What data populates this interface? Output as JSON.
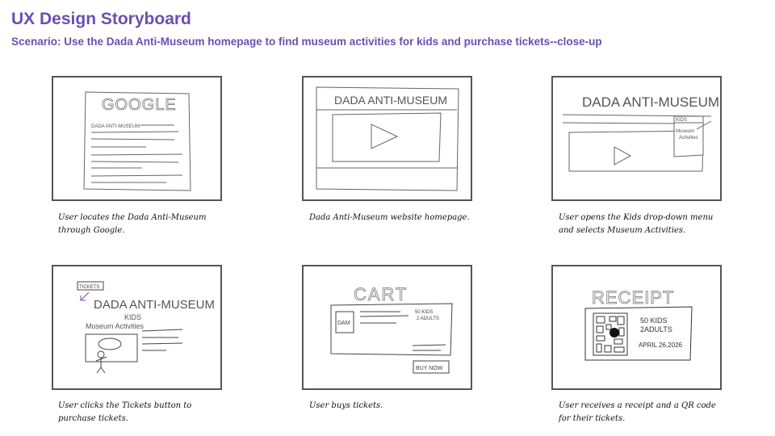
{
  "header": {
    "title": "UX Design Storyboard",
    "subtitle": "Scenario: Use the Dada Anti-Museum homepage to find museum activities for kids and purchase tickets--close-up"
  },
  "panels": [
    {
      "caption": "User locates the Dada Anti-Museum through Google.",
      "sketch": {
        "heading": "GOOGLE",
        "search_text": "DADA ANTI-MUSEUM"
      }
    },
    {
      "caption": "Dada Anti-Museum website homepage.",
      "sketch": {
        "heading": "DADA ANTI-MUSEUM"
      }
    },
    {
      "caption": "User opens the Kids drop-down menu and selects Museum Activities.",
      "sketch": {
        "heading": "DADA ANTI-MUSEUM",
        "menu_label": "KIDS",
        "menu_item_1": "Museum",
        "menu_item_2": "Activities"
      }
    },
    {
      "caption": "User clicks the Tickets button to purchase tickets.",
      "sketch": {
        "button": "TICKETS",
        "heading": "DADA ANTI-MUSEUM",
        "sub1": "KIDS",
        "sub2": "Museum Activities"
      }
    },
    {
      "caption": "User buys tickets.",
      "sketch": {
        "heading": "CART",
        "item": "DAM",
        "qty1": "50 KIDS",
        "qty2": "2 ADULTS",
        "button": "BUY NOW"
      }
    },
    {
      "caption": "User receives a receipt and a QR code for their tickets.",
      "sketch": {
        "heading": "RECEIPT",
        "line1": "50 KIDS",
        "line2": "2ADULTS",
        "line3": "APRIL 26,2026"
      }
    }
  ]
}
